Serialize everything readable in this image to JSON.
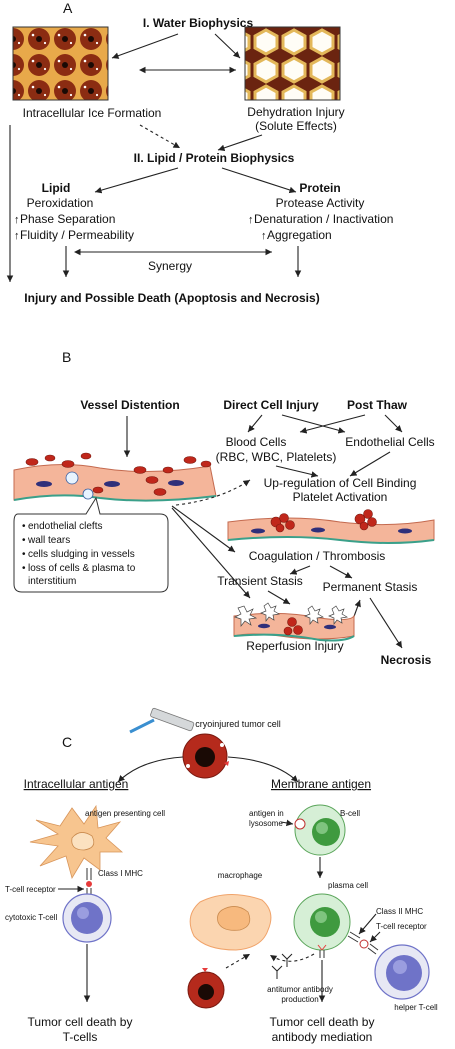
{
  "panel_a": {
    "letter": "A",
    "water_title": "I.  Water Biophysics",
    "ice_label": "Intracellular Ice Formation",
    "dehydration_label_1": "Dehydration Injury",
    "dehydration_label_2": "(Solute Effects)",
    "lipid_protein_title": "II. Lipid / Protein Biophysics",
    "lipid_heading": "Lipid",
    "lipid_items": [
      "Peroxidation",
      "Phase Separation",
      "Fluidity / Permeability"
    ],
    "protein_heading": "Protein",
    "protein_items": [
      "Protease Activity",
      "Denaturation / Inactivation",
      "Aggregation"
    ],
    "synergy": "Synergy",
    "outcome": "Injury and Possible Death (Apoptosis and Necrosis)"
  },
  "panel_b": {
    "letter": "B",
    "vessel_distention": "Vessel Distention",
    "direct_cell_injury": "Direct Cell Injury",
    "post_thaw": "Post Thaw",
    "blood_cells_1": "Blood Cells",
    "blood_cells_2": "(RBC, WBC, Platelets)",
    "endothelial_cells": "Endothelial Cells",
    "upregulation_1": "Up-regulation of Cell Binding",
    "upregulation_2": "Platelet Activation",
    "bullets": [
      "endothelial clefts",
      "wall tears",
      "cells sludging in vessels",
      "loss of cells & plasma to",
      "interstitium"
    ],
    "coagulation": "Coagulation / Thrombosis",
    "transient_stasis": "Transient Stasis",
    "permanent_stasis": "Permanent Stasis",
    "reperfusion": "Reperfusion Injury",
    "necrosis": "Necrosis"
  },
  "panel_c": {
    "letter": "C",
    "cryoinjured": "cryoinjured tumor cell",
    "intracellular_antigen": "Intracellular antigen",
    "membrane_antigen": "Membrane antigen",
    "apc": "antigen presenting cell",
    "antigen_lysosome_1": "antigen in",
    "antigen_lysosome_2": "lysosome",
    "b_cell": "B-cell",
    "class1": "Class I MHC",
    "tcr_left": "T-cell receptor",
    "cytotoxic": "cytotoxic T-cell",
    "macrophage": "macrophage",
    "plasma_cell": "plasma cell",
    "class2": "Class II MHC",
    "tcr_right": "T-cell receptor",
    "antibody_1": "antitumor antibody",
    "antibody_2": "production",
    "helper": "helper T-cell",
    "death_t_1": "Tumor cell death by",
    "death_t_2": "T-cells",
    "death_ab_1": "Tumor cell death by",
    "death_ab_2": "antibody mediation"
  },
  "colors": {
    "red_cell": "#c0271b",
    "dark_red": "#7a1a10",
    "tissue": "#f4b59a",
    "tissue_edge": "#c46a4f",
    "nucleus": "#2f2f7a",
    "apc": "#f7c58f",
    "bcell": "#9bd49b",
    "tcell": "#6f73c8",
    "ice_bg": "#e8a94a",
    "dehyd_bg": "#e3c06a"
  }
}
